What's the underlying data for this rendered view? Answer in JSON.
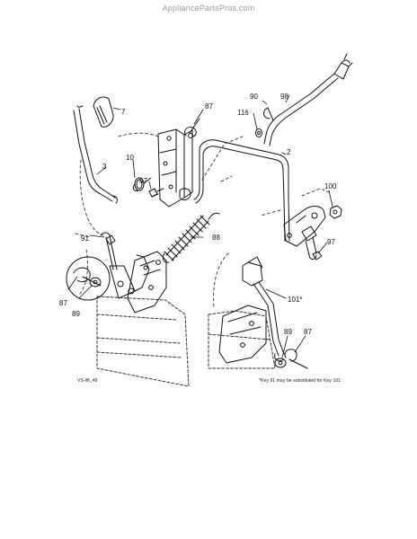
{
  "watermark": "AppliancePartsPros.com",
  "callouts": {
    "c7": "7",
    "c87_top": "87",
    "c90": "90",
    "c98": "98",
    "c116": "116",
    "c2": "2",
    "c3": "3",
    "c10": "10",
    "c97_left": "97",
    "c100": "100",
    "c88": "88",
    "c97_right": "97",
    "c91": "91",
    "c101": "101*",
    "c87_left": "87",
    "c89_left": "89",
    "c89_right": "89",
    "c87_right": "87"
  },
  "figure_code": "VS-lift_48",
  "footnote": "*Key 91 may be substituted for Key 101"
}
